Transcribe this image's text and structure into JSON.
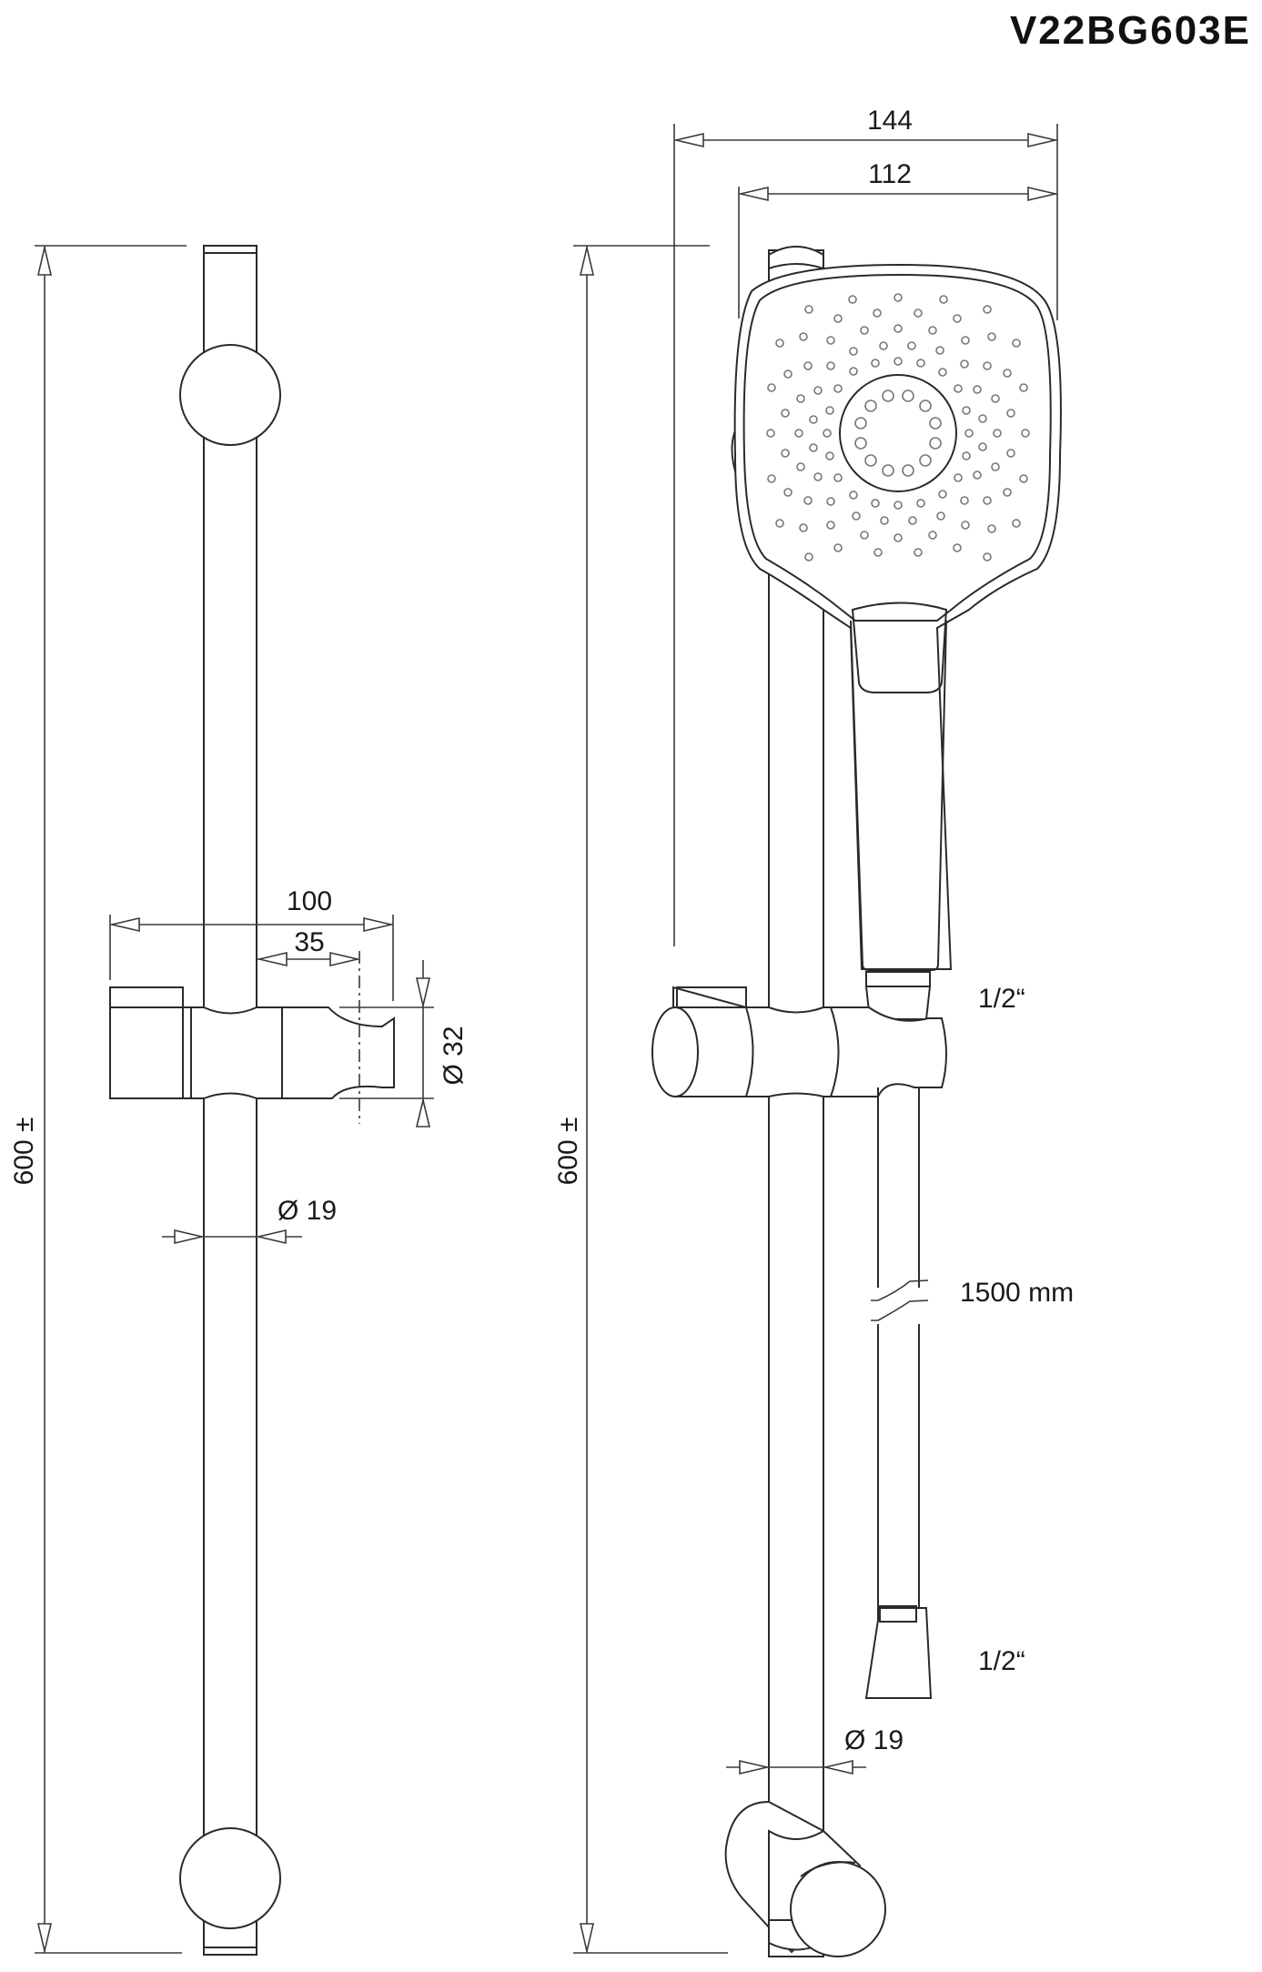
{
  "title": {
    "model_number": "V22BG603E"
  },
  "left_view": {
    "height_label": "600 ±",
    "holder_width_label": "100",
    "holder_offset_label": "35",
    "holder_diameter_label": "Ø 32",
    "rail_diameter_label": "Ø 19"
  },
  "right_view": {
    "height_label": "600 ±",
    "head_total_width_label": "144",
    "head_face_width_label": "112",
    "hose_connection_top_label": "1/2“",
    "hose_length_label": "1500 mm",
    "hose_connection_bottom_label": "1/2“",
    "rail_diameter_label": "Ø 19"
  },
  "colors": {
    "line": "#2a2a2a",
    "nozzle": "#777777",
    "background": "#ffffff"
  }
}
